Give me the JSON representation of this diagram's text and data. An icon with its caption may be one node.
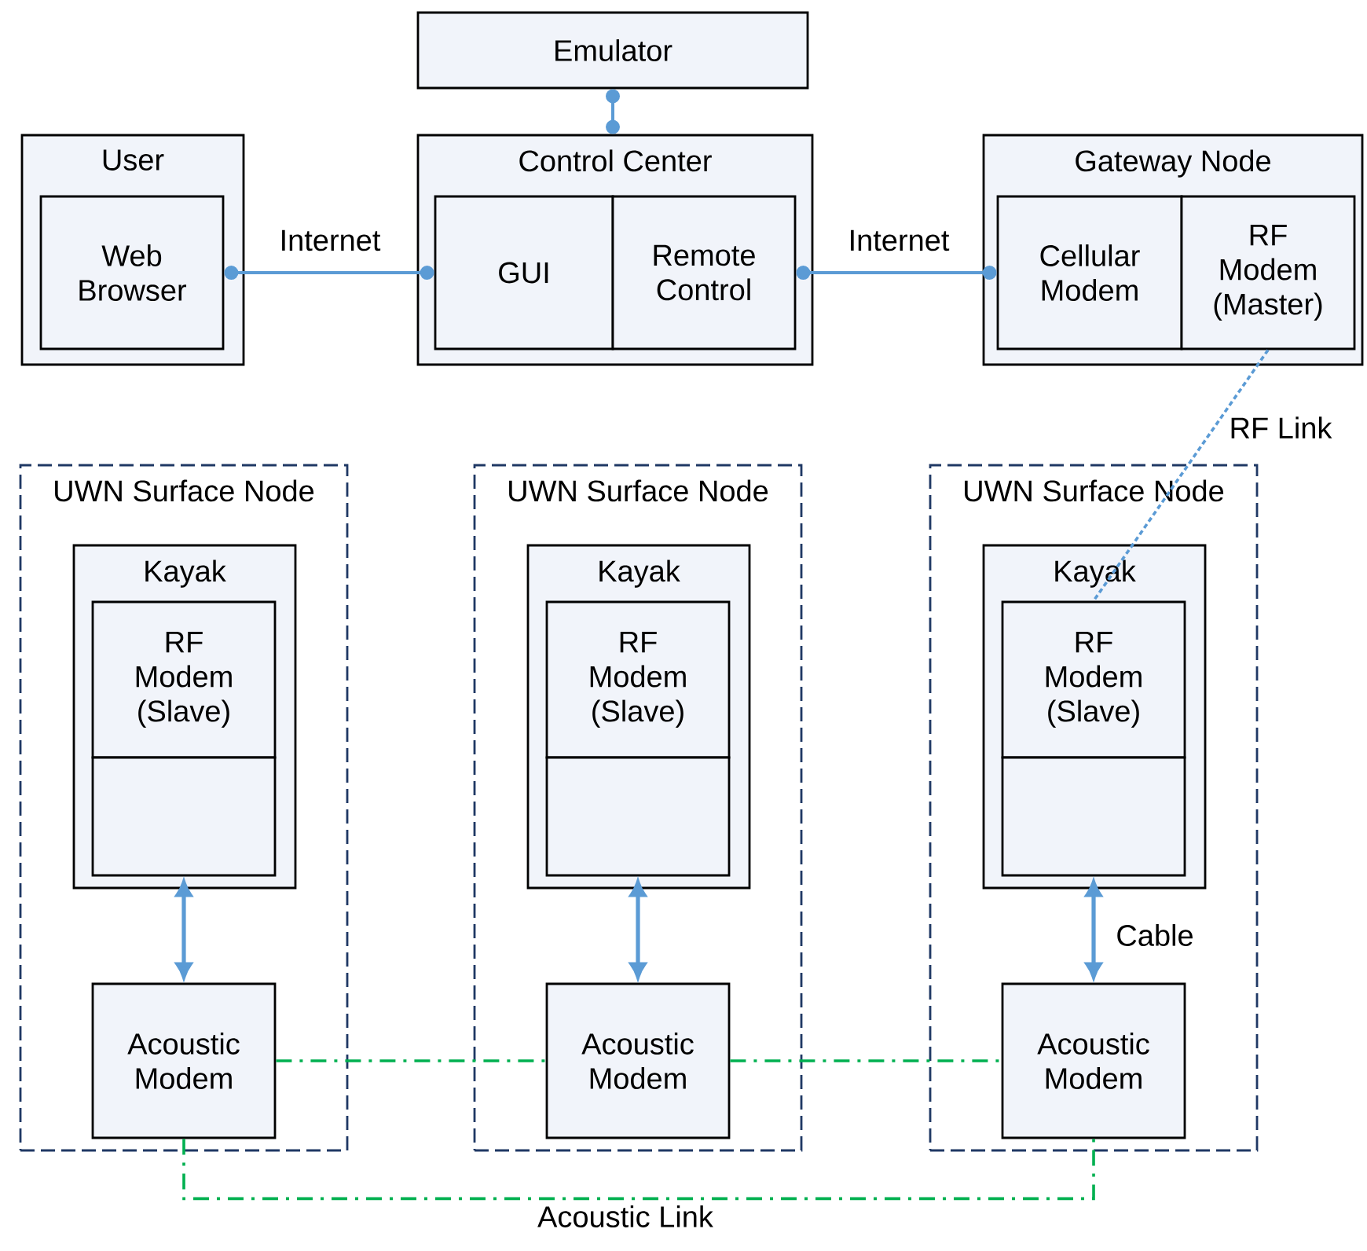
{
  "diagram": {
    "nodes": [
      {
        "text": [
          "Emulator"
        ]
      },
      {
        "text": [
          "User"
        ]
      },
      {
        "text": [
          "Web Browser"
        ],
        "in": 1
      },
      {
        "text": [
          "Control Center"
        ]
      },
      {
        "text": [
          "GUI"
        ],
        "in": 3
      },
      {
        "text": [
          "Remote Control"
        ],
        "in": 3
      },
      {
        "text": [
          "Gateway Node"
        ]
      },
      {
        "text": [
          "Cellular Modem"
        ],
        "in": 6
      },
      {
        "text": [
          "RF Modem (Master)"
        ],
        "in": 6
      },
      {
        "text": [
          "UWN Surface Node"
        ]
      },
      {
        "text": [
          "Kayak"
        ],
        "in": 9
      },
      {
        "text": [
          "RF Modem (Slave)"
        ],
        "in": 10
      },
      {
        "text": [],
        "shape": "box",
        "in": 10
      },
      {
        "text": [
          "Acoustic Modem"
        ],
        "in": 9
      },
      {
        "text": [
          "UWN Surface Node"
        ]
      },
      {
        "text": [
          "Kayak"
        ],
        "in": 14
      },
      {
        "text": [
          "RF Modem (Slave)"
        ],
        "in": 15
      },
      {
        "text": [],
        "shape": "box",
        "in": 15
      },
      {
        "text": [
          "Acoustic Modem"
        ],
        "in": 14
      },
      {
        "text": [
          "UWN Surface Node"
        ]
      },
      {
        "text": [
          "Kayak"
        ],
        "in": 19
      },
      {
        "text": [
          "RF Modem (Slave)"
        ],
        "in": 20
      },
      {
        "text": [],
        "shape": "box",
        "in": 20
      },
      {
        "text": [
          "Acoustic Modem"
        ],
        "in": 19
      }
    ],
    "edges": [
      {
        "from": 2,
        "to": 4,
        "arrow": "other",
        "label": "Internet"
      },
      {
        "from": 5,
        "to": 7,
        "arrow": "other",
        "label": "Internet"
      },
      {
        "from": 0,
        "to": 3,
        "arrow": "other"
      },
      {
        "from": 8,
        "to": 21,
        "arrow": "none",
        "label": "RF Link",
        "style": "dashed"
      },
      {
        "from": 12,
        "to": 13,
        "arrow": "both"
      },
      {
        "from": 17,
        "to": 18,
        "arrow": "both"
      },
      {
        "from": 22,
        "to": 23,
        "arrow": "both",
        "label": "Cable"
      },
      {
        "from": 13,
        "to": 18,
        "arrow": "none",
        "style": "dashed",
        "color": "#00b050"
      },
      {
        "from": 18,
        "to": 23,
        "arrow": "none",
        "style": "dashed",
        "color": "#00b050"
      },
      {
        "from": 13,
        "to": 23,
        "arrow": "none",
        "style": "dashed",
        "color": "#00b050",
        "label": "Acoustic Link"
      }
    ]
  }
}
